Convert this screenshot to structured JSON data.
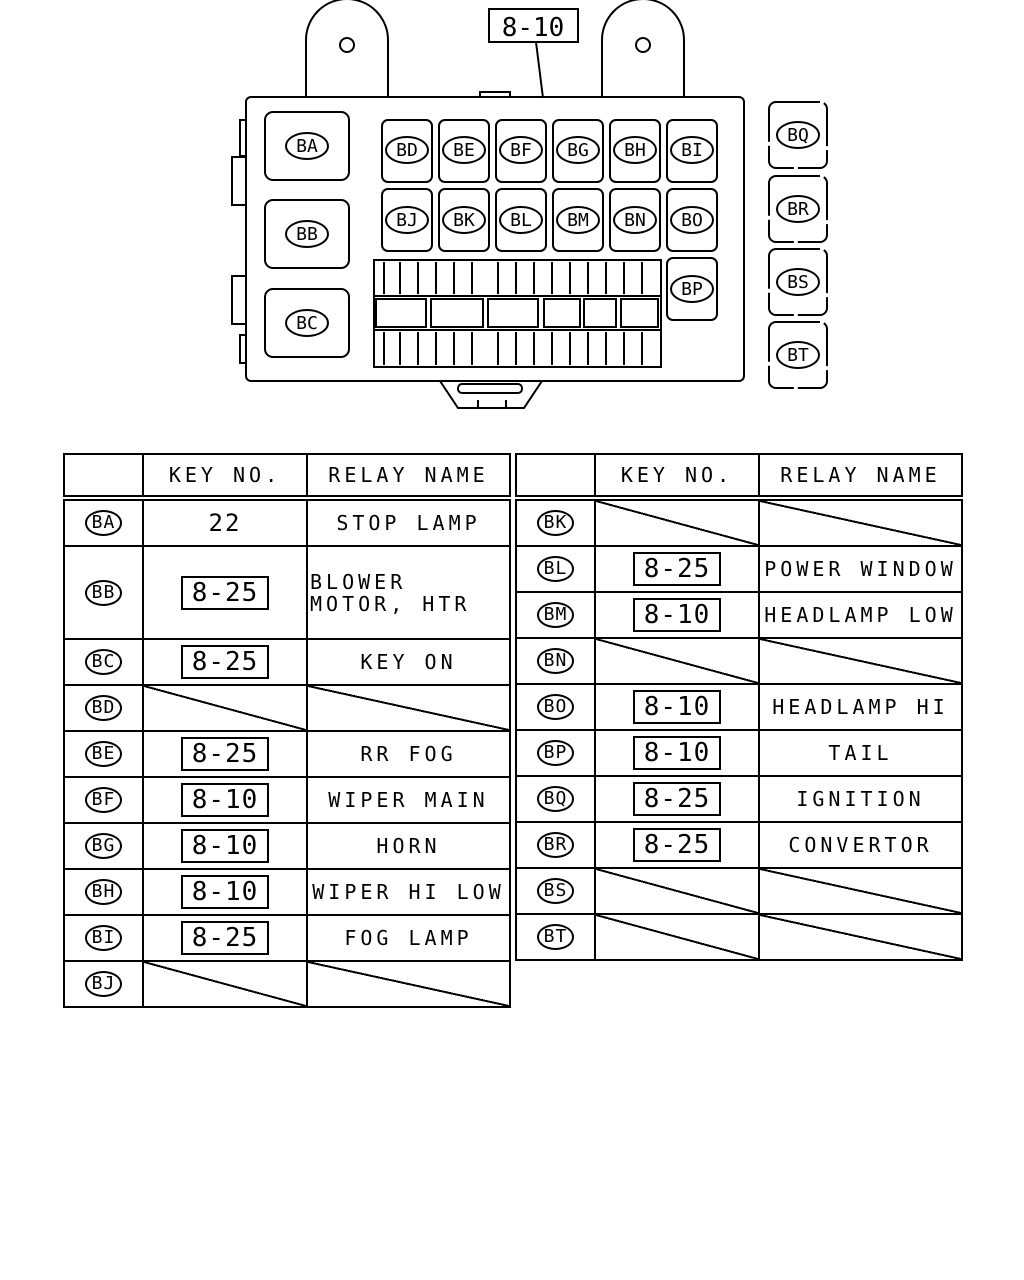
{
  "diagram": {
    "callout_key": "8-10",
    "box_codes": {
      "BA": "BA",
      "BB": "BB",
      "BC": "BC",
      "BD": "BD",
      "BE": "BE",
      "BF": "BF",
      "BG": "BG",
      "BH": "BH",
      "BI": "BI",
      "BJ": "BJ",
      "BK": "BK",
      "BL": "BL",
      "BM": "BM",
      "BN": "BN",
      "BO": "BO",
      "BP": "BP",
      "BQ": "BQ",
      "BR": "BR",
      "BS": "BS",
      "BT": "BT"
    }
  },
  "headers": {
    "code": "",
    "key_no": "KEY NO.",
    "relay_name": "RELAY NAME"
  },
  "left_table": {
    "rows": [
      {
        "code": "BA",
        "key": "22",
        "key_boxed": false,
        "relay": "STOP LAMP"
      },
      {
        "code": "BB",
        "key": "8-25",
        "key_boxed": true,
        "relay": "BLOWER MOTOR, HTR"
      },
      {
        "code": "BC",
        "key": "8-25",
        "key_boxed": true,
        "relay": "KEY ON"
      },
      {
        "code": "BD",
        "key": "",
        "key_boxed": false,
        "relay": ""
      },
      {
        "code": "BE",
        "key": "8-25",
        "key_boxed": true,
        "relay": "RR FOG"
      },
      {
        "code": "BF",
        "key": "8-10",
        "key_boxed": true,
        "relay": "WIPER MAIN"
      },
      {
        "code": "BG",
        "key": "8-10",
        "key_boxed": true,
        "relay": "HORN"
      },
      {
        "code": "BH",
        "key": "8-10",
        "key_boxed": true,
        "relay": "WIPER HI LOW"
      },
      {
        "code": "BI",
        "key": "8-25",
        "key_boxed": true,
        "relay": "FOG LAMP"
      },
      {
        "code": "BJ",
        "key": "",
        "key_boxed": false,
        "relay": ""
      }
    ]
  },
  "right_table": {
    "rows": [
      {
        "code": "BK",
        "key": "",
        "key_boxed": false,
        "relay": ""
      },
      {
        "code": "BL",
        "key": "8-25",
        "key_boxed": true,
        "relay": "POWER WINDOW"
      },
      {
        "code": "BM",
        "key": "8-10",
        "key_boxed": true,
        "relay": "HEADLAMP LOW"
      },
      {
        "code": "BN",
        "key": "",
        "key_boxed": false,
        "relay": ""
      },
      {
        "code": "BO",
        "key": "8-10",
        "key_boxed": true,
        "relay": "HEADLAMP HI"
      },
      {
        "code": "BP",
        "key": "8-10",
        "key_boxed": true,
        "relay": "TAIL"
      },
      {
        "code": "BQ",
        "key": "8-25",
        "key_boxed": true,
        "relay": "IGNITION"
      },
      {
        "code": "BR",
        "key": "8-25",
        "key_boxed": true,
        "relay": "CONVERTOR"
      },
      {
        "code": "BS",
        "key": "",
        "key_boxed": false,
        "relay": ""
      },
      {
        "code": "BT",
        "key": "",
        "key_boxed": false,
        "relay": ""
      }
    ]
  }
}
